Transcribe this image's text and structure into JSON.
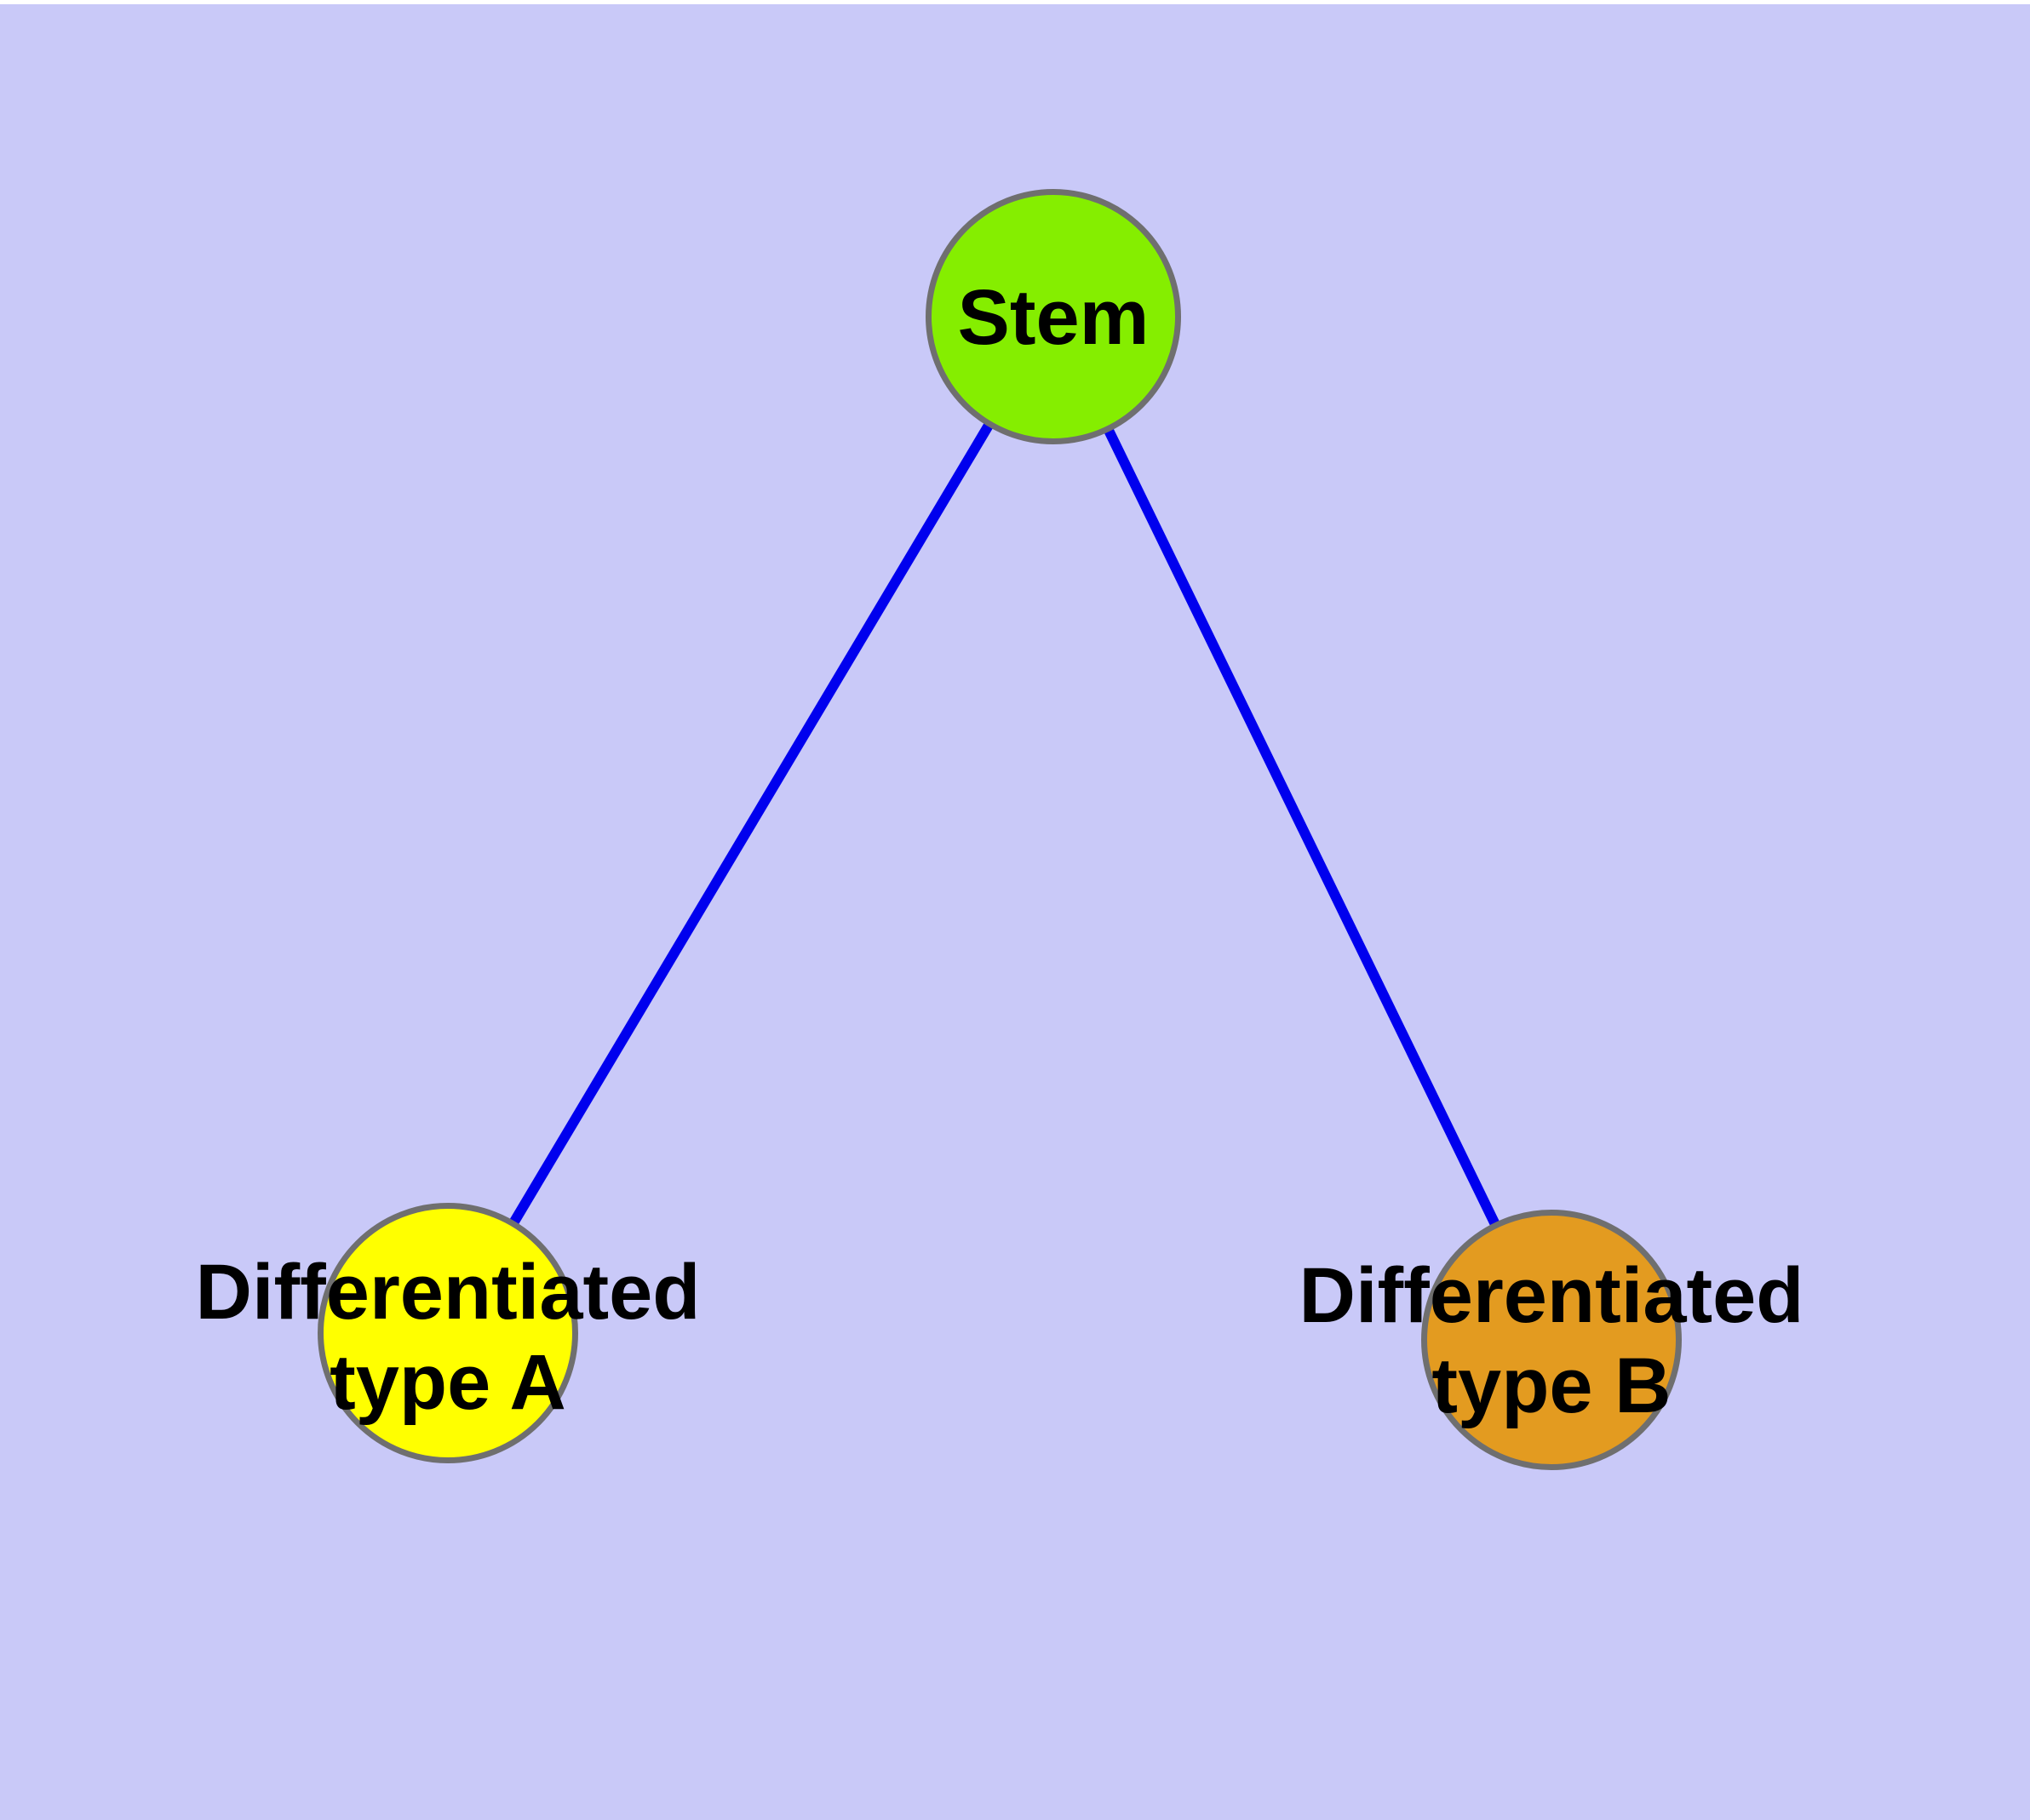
{
  "diagram": {
    "type": "node-link-graph",
    "background_color": "#C9C9F8",
    "frame_color": "#FFFFFF",
    "edge_color": "#0000EE",
    "node_border_color": "#6F6F6F",
    "label_color": "#000000",
    "nodes": [
      {
        "id": "stem",
        "label": "Stem",
        "label_line1": "Stem",
        "label_line2": "",
        "color": "#85EE00",
        "shape": "circle"
      },
      {
        "id": "type-a",
        "label": "Differentiated type A",
        "label_line1": "Differentiated",
        "label_line2": "type A",
        "color": "#FFFF00",
        "shape": "circle"
      },
      {
        "id": "type-b",
        "label": "Differentiated type B",
        "label_line1": "Differentiated",
        "label_line2": "type B",
        "color": "#E39B20",
        "shape": "circle"
      }
    ],
    "edges": [
      {
        "from": "stem",
        "to": "type-a"
      },
      {
        "from": "stem",
        "to": "type-b"
      }
    ]
  }
}
